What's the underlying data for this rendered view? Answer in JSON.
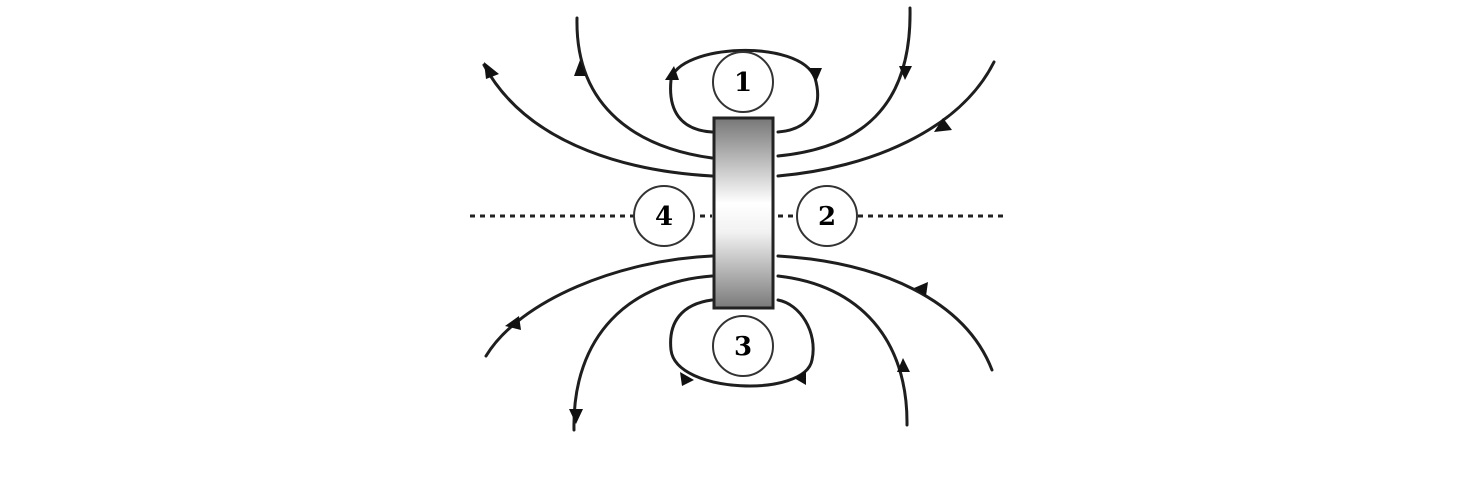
{
  "diagram": {
    "markers": [
      {
        "id": "1",
        "label": "1"
      },
      {
        "id": "2",
        "label": "2"
      },
      {
        "id": "3",
        "label": "3"
      },
      {
        "id": "4",
        "label": "4"
      }
    ],
    "colors": {
      "line": "#1e1e1e",
      "magnet_dark": "#7a7a7a",
      "magnet_light": "#ffffff",
      "circle_stroke": "#333333"
    }
  }
}
